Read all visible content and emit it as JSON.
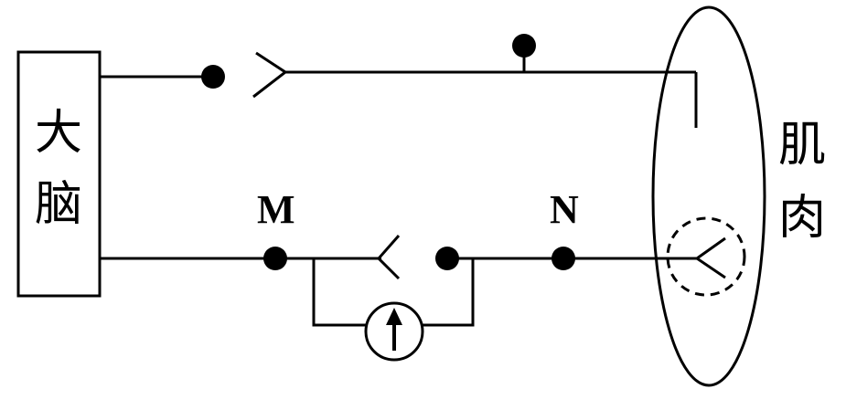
{
  "labels": {
    "brain_line1": "大",
    "brain_line2": "脑",
    "muscle_line1": "肌",
    "muscle_line2": "肉",
    "point_m": "M",
    "point_n": "N"
  },
  "colors": {
    "stroke": "#000000",
    "background": "#ffffff"
  },
  "icons": {
    "meter": "galvanometer-icon",
    "receptor": "dashed-circle-receptor-icon"
  }
}
